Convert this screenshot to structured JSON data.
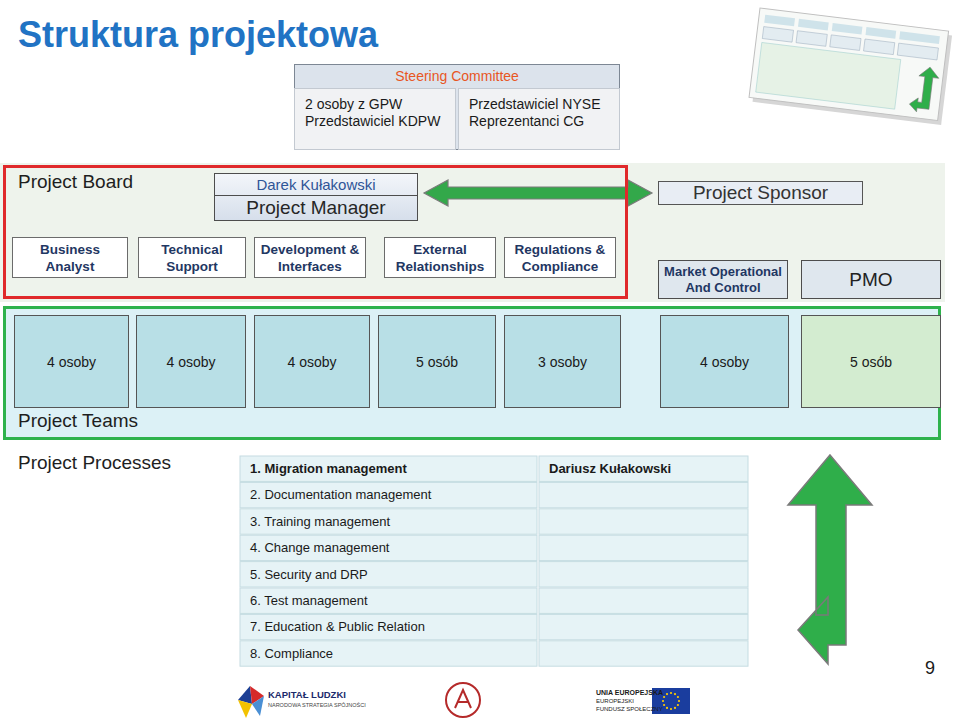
{
  "diagram": {
    "title": "Struktura projektowa",
    "nodes": [
      {
        "text": [
          "Steering Committee"
        ]
      },
      {
        "text": [
          "2 osoby z GPW Przedstawiciel KDPW"
        ],
        "in": 0
      },
      {
        "text": [
          "Przedstawiciel NYSE Reprezentanci CG"
        ],
        "in": 0
      },
      {
        "text": [
          "Project Board"
        ]
      },
      {
        "text": [
          "Darek Kułakowski",
          "Project Manager"
        ],
        "in": 3
      },
      {
        "text": [
          "Project Sponsor"
        ]
      },
      {
        "text": [
          "Business Analyst"
        ],
        "in": 3
      },
      {
        "text": [
          "Technical Support"
        ],
        "in": 3
      },
      {
        "text": [
          "Development & Interfaces"
        ],
        "in": 3
      },
      {
        "text": [
          "External Relationships"
        ],
        "in": 3
      },
      {
        "text": [
          "Regulations & Compliance"
        ],
        "in": 3
      },
      {
        "text": [
          "Market Operational And Control"
        ]
      },
      {
        "text": [
          "PMO"
        ]
      },
      {
        "text": [
          "Project Teams"
        ]
      },
      {
        "text": [
          "4 osoby"
        ],
        "in": 13
      },
      {
        "text": [
          "4 osoby"
        ],
        "in": 13
      },
      {
        "text": [
          "4 osoby"
        ],
        "in": 13
      },
      {
        "text": [
          "5 osób"
        ],
        "in": 13
      },
      {
        "text": [
          "3 osoby"
        ],
        "in": 13
      },
      {
        "text": [
          "4 osoby"
        ],
        "in": 13
      },
      {
        "text": [
          "5 osób"
        ],
        "in": 13
      }
    ],
    "edges": [
      {
        "from": 4,
        "to": 5,
        "arrow": "both"
      }
    ],
    "labels": [
      "Project Processes",
      "1. Migration management",
      "2. Documentation management",
      "3. Training management",
      "4. Change management",
      "5. Security and DRP",
      "6. Test management",
      "7. Education & Public Relation",
      "8. Compliance",
      "Dariusz Kułakowski",
      "9",
      "KAPITAŁ LUDZKI",
      "NARODOWA STRATEGIA SPÓJNOŚCI",
      "UNIA EUROPEJSKA",
      "EUROPEJSKI",
      "FUNDUSZ SPOŁECZNY"
    ]
  }
}
